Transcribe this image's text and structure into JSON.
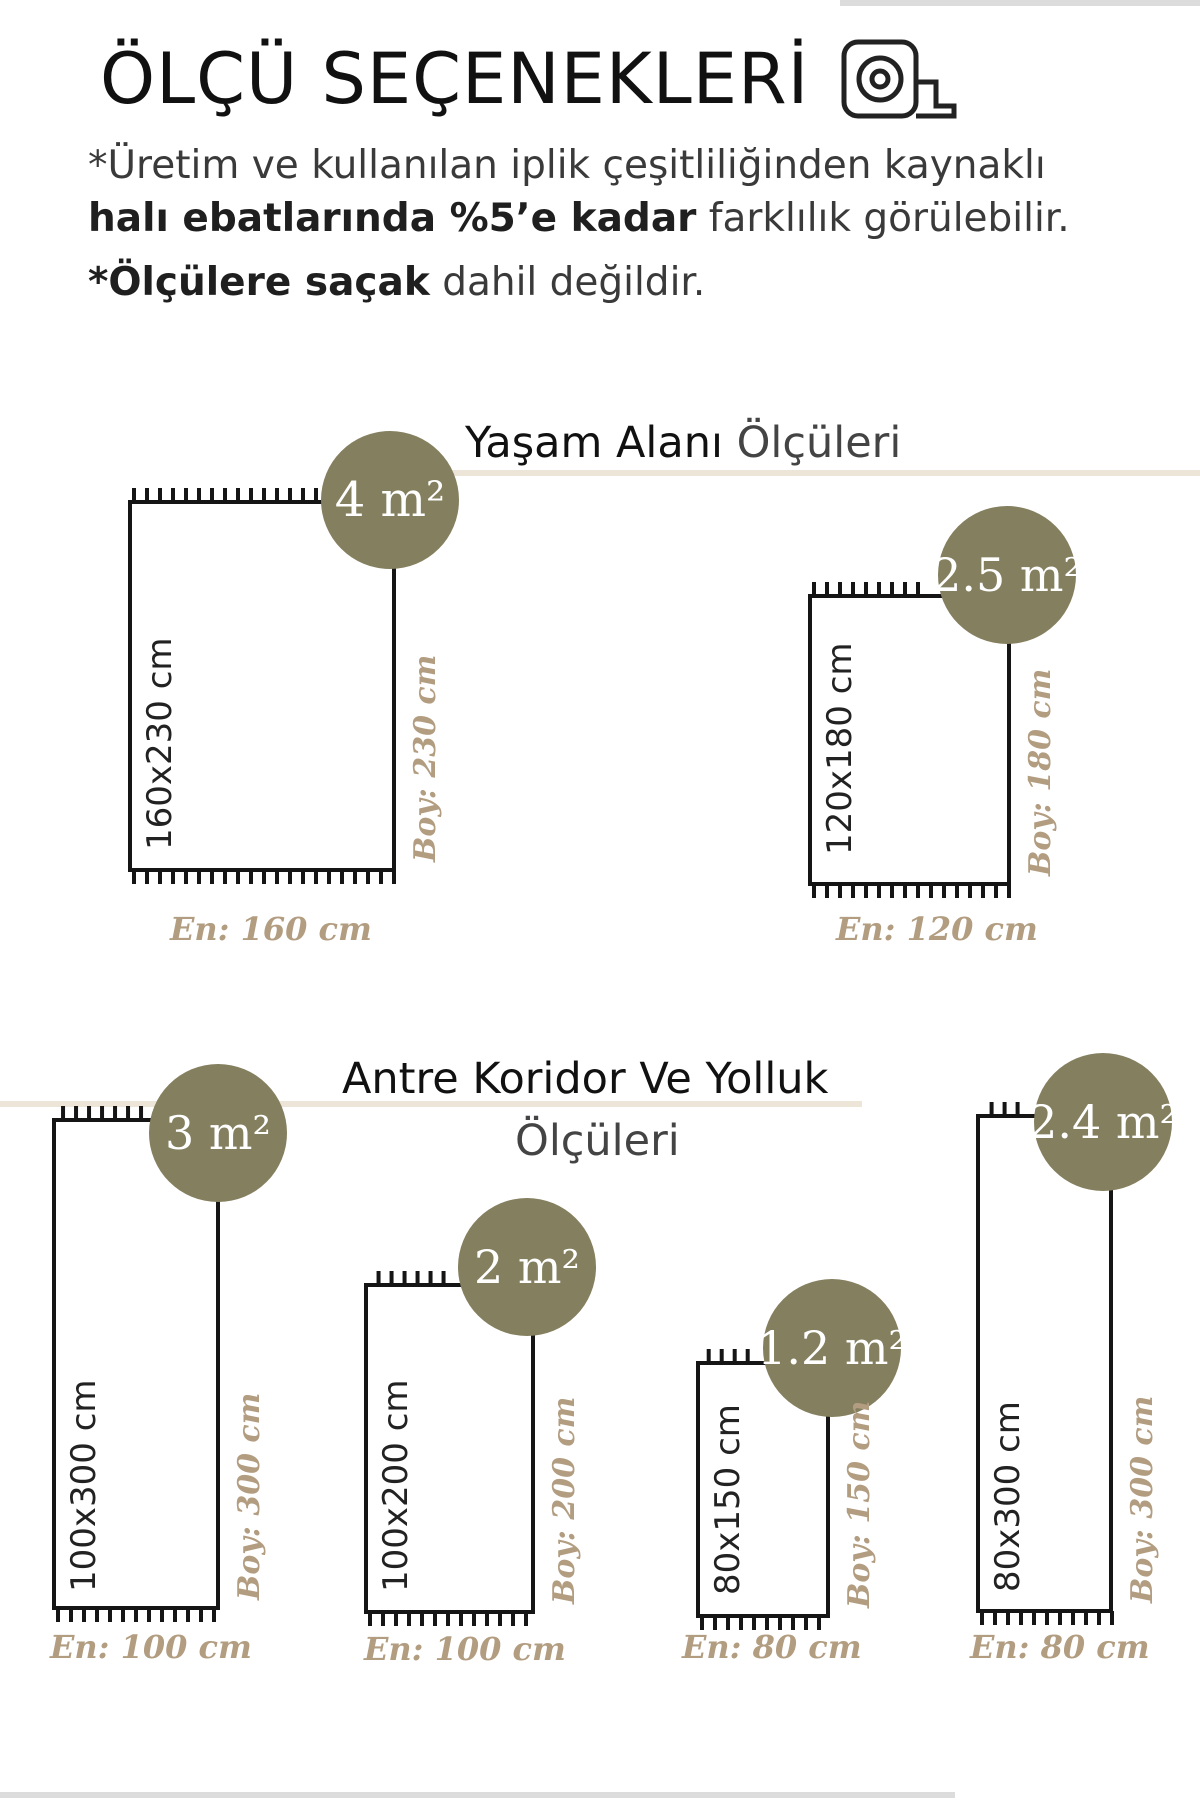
{
  "header": {
    "title": "ÖLÇÜ SEÇENEKLERİ",
    "icon": "tape-measure-icon",
    "note1_line1": "*Üretim ve kullanılan iplik çeşitliliğinden kaynaklı",
    "note1_line2_bold": "halı ebatlarında %5’e kadar",
    "note1_line2_rest": " farklılık görülebilir.",
    "note2_bold": "*Ölçülere saçak",
    "note2_rest": " dahil değildir."
  },
  "sections": {
    "living": {
      "title_bold": "Yaşam Alanı",
      "title_light": " Ölçüleri"
    },
    "corridor": {
      "title_line1": "Antre Koridor Ve Yolluk",
      "title_line2": "Ölçüleri"
    }
  },
  "rugs": [
    {
      "size": "160x230 cm",
      "area": "4 m²",
      "width_label": "En: 160 cm",
      "length_label": "Boy: 230 cm"
    },
    {
      "size": "120x180 cm",
      "area": "2.5 m²",
      "width_label": "En: 120 cm",
      "length_label": "Boy: 180 cm"
    },
    {
      "size": "100x300 cm",
      "area": "3 m²",
      "width_label": "En: 100 cm",
      "length_label": "Boy: 300 cm"
    },
    {
      "size": "100x200 cm",
      "area": "2 m²",
      "width_label": "En: 100 cm",
      "length_label": "Boy: 200 cm"
    },
    {
      "size": "80x150 cm",
      "area": "1.2 m²",
      "width_label": "En: 80 cm",
      "length_label": "Boy: 150 cm"
    },
    {
      "size": "80x300 cm",
      "area": "2.4 m²",
      "width_label": "En: 80 cm",
      "length_label": "Boy: 300 cm"
    }
  ],
  "colors": {
    "circle": "#847f5e",
    "label": "#b29d81",
    "rule": "#ece5d8",
    "rug_border": "#151515"
  }
}
